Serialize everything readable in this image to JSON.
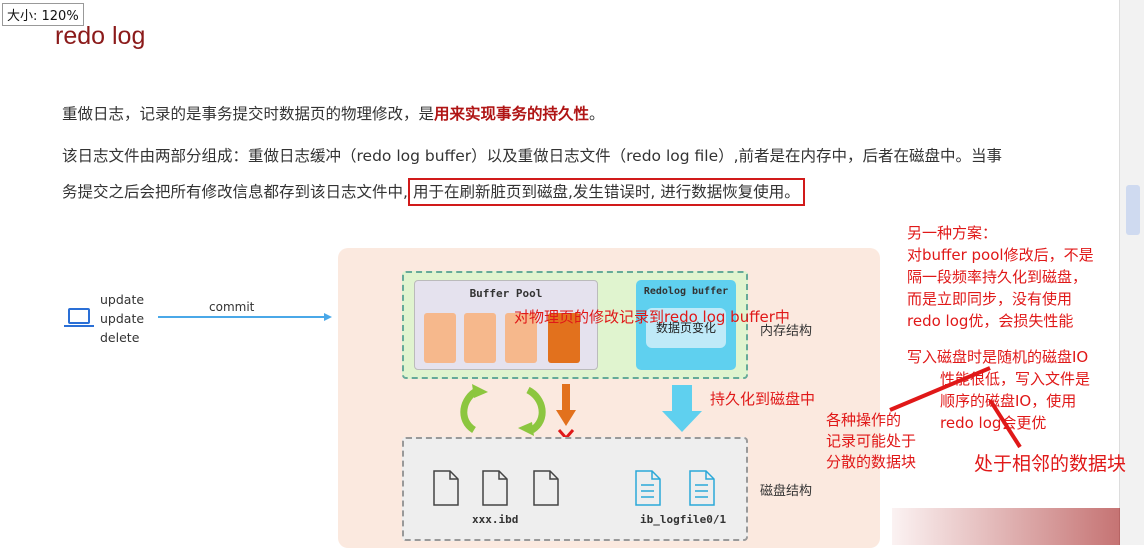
{
  "zoom_label": "大小: 120%",
  "title": "redo log",
  "paragraph1": {
    "text": "重做日志，记录的是事务提交时数据页的物理修改，是",
    "bold": "用来实现事务的持久性",
    "end": "。"
  },
  "paragraph2": "该日志文件由两部分组成：重做日志缓冲（redo log buffer）以及重做日志文件（redo log file）,前者是在内存中，后者在磁盘中。当事",
  "paragraph3": {
    "text": "务提交之后会把所有修改信息都存到该日志文件中,",
    "boxed": "用于在刷新脏页到磁盘,发生错误时, 进行数据恢复使用。"
  },
  "diagram": {
    "commands": [
      "update",
      "update",
      "delete"
    ],
    "commit_label": "commit",
    "buffer_pool_label": "Buffer Pool",
    "redolog_buffer_label": "Redolog buffer",
    "data_page_change": "数据页变化",
    "memory_structure": "内存结构",
    "disk_structure": "磁盘结构",
    "ibd_label": "xxx.ibd",
    "logfile_label": "ib_logfile0/1"
  },
  "annotations": {
    "record_to_buffer": "对物理页的修改记录到redo log buffer中",
    "persist_to_disk": "持久化到磁盘中",
    "scattered": [
      "各种操作的",
      "记录可能处于",
      "分散的数据块"
    ],
    "adjacent": "处于相邻的数据块",
    "alt_plan": [
      "另一种方案：",
      "对buffer pool修改后，不是",
      "隔一段频率持久化到磁盘，",
      "而是立即同步，没有使用",
      "redo log优，会损失性能"
    ],
    "seq_io": [
      "写入磁盘时是随机的磁盘IO",
      "性能很低，写入文件是",
      "顺序的磁盘IO，使用",
      "redo log会更优"
    ]
  },
  "colors": {
    "title": "#8b1a1a",
    "annotation": "#e01818",
    "accent_orange": "#e2711d",
    "accent_blue": "#5fd0ef"
  }
}
